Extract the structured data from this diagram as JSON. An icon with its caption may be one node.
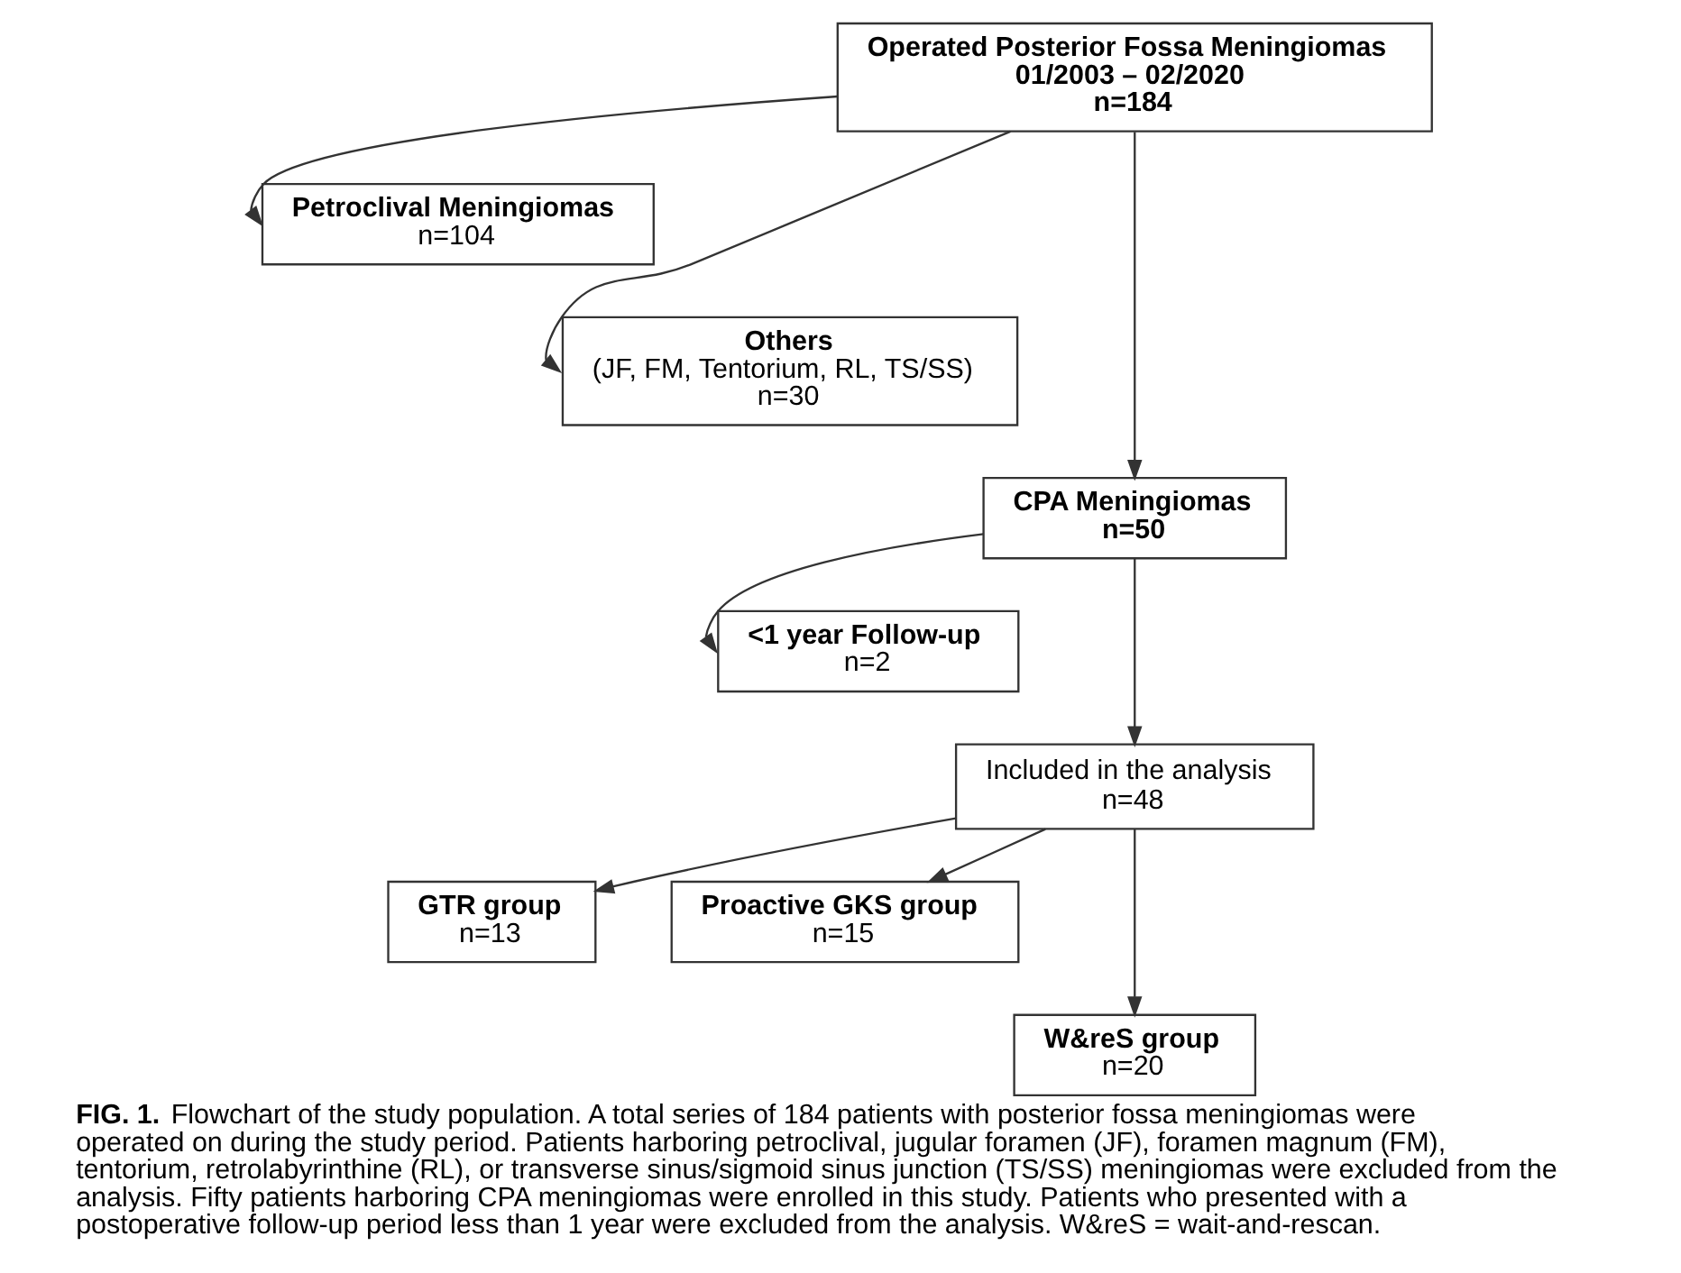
{
  "diagram": {
    "caption": "**FIG. 1.** Flowchart of the study population. A total series of 184 patients with posterior fossa meningiomas were operated on during the study period. Patients harboring petroclival, jugular foramen (JF), foramen magnum (FM), tentorium, retrolabyrinthine (RL), or transverse sinus/sigmoid sinus junction (TS/SS) meningiomas were excluded from the analysis. Fifty patients harboring CPA meningiomas were enrolled in this study. Patients who presented with a postoperative follow-up period less than 1 year were excluded from the analysis. W&reS = wait-and-rescan.",
    "nodes": [
      {
        "text": [
          "Operated Posterior Fossa Meningiomas",
          "01/2003 – 02/2020",
          "n=184"
        ]
      },
      {
        "text": [
          "Petroclival Meningiomas",
          "n=104"
        ]
      },
      {
        "text": [
          "Others",
          "(JF, FM, Tentorium, RL, TS/SS)",
          "n=30"
        ]
      },
      {
        "text": [
          "CPA Meningiomas",
          "n=50"
        ]
      },
      {
        "text": [
          "<1 year Follow-up",
          "n=2"
        ]
      },
      {
        "text": [
          "Included in the analysis",
          "n=48"
        ]
      },
      {
        "text": [
          "GTR group",
          "n=13"
        ]
      },
      {
        "text": [
          "Proactive GKS group",
          "n=15"
        ]
      },
      {
        "text": [
          "W&reS group",
          "n=20"
        ]
      }
    ],
    "edges": [
      {
        "from": 0,
        "to": 1,
        "arrow": "to"
      },
      {
        "from": 0,
        "to": 2,
        "arrow": "to"
      },
      {
        "from": 0,
        "to": 3,
        "arrow": "to"
      },
      {
        "from": 3,
        "to": 4,
        "arrow": "to"
      },
      {
        "from": 3,
        "to": 5,
        "arrow": "to"
      },
      {
        "from": 5,
        "to": 6,
        "arrow": "to"
      },
      {
        "from": 5,
        "to": 7,
        "arrow": "to"
      },
      {
        "from": 5,
        "to": 8,
        "arrow": "to"
      }
    ]
  }
}
